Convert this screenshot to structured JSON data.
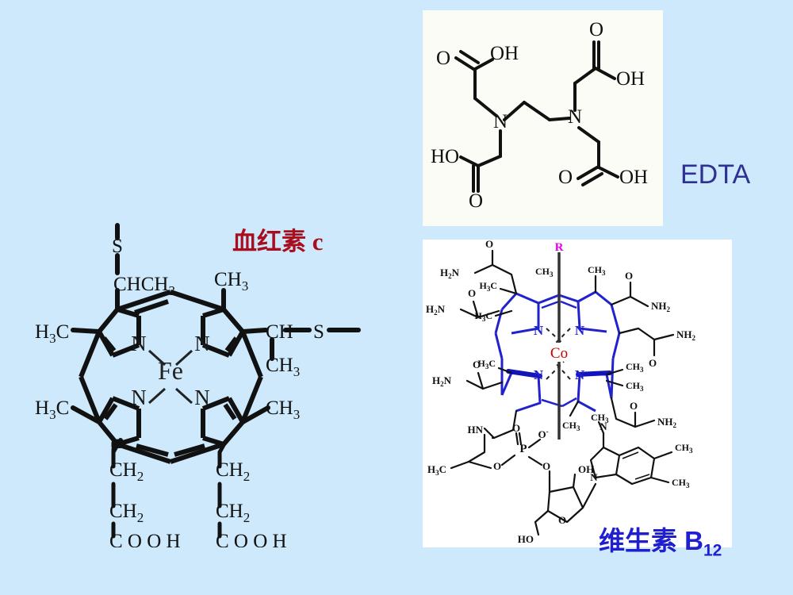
{
  "slide": {
    "background_color": "#cde9fb",
    "title_hidden": true
  },
  "panels": {
    "edta": {
      "name": "EDTA structural formula",
      "label": "EDTA",
      "label_color": "#2e3192",
      "background_color": "#fcfcf7",
      "atoms": [
        "O",
        "OH",
        "N",
        "HO",
        "O",
        "OH",
        "O",
        "OH",
        "HO",
        "O"
      ],
      "chem_labels": {
        "o": "O",
        "oh": "OH",
        "ho": "HO",
        "n": "N"
      }
    },
    "heme": {
      "name": "Heme c structural formula",
      "label": "血红素 c",
      "label_color": "#a80e1e",
      "metal": "Fe",
      "metal_color": "#1a1a1a",
      "nitrogens": [
        "N",
        "N",
        "N",
        "N"
      ],
      "substituents": [
        "S",
        "CHCH",
        "3",
        "CH",
        "3",
        "H",
        "3",
        "C",
        "CH",
        "S",
        "CH",
        "3",
        "H",
        "3",
        "C",
        "CH",
        "3",
        "CH",
        "2",
        "CH",
        "2",
        "COOH",
        "CH",
        "2",
        "CH",
        "2",
        "COOH"
      ],
      "chem_labels": {
        "s": "S",
        "n": "N",
        "fe": "Fe",
        "ch3": "CH",
        "ch2": "CH",
        "chch3": "CHCH",
        "ch": "CH",
        "h3c": "H",
        "c": "C",
        "cooh": "C O O H",
        "sub3": "3",
        "sub2": "2"
      }
    },
    "b12": {
      "name": "Vitamin B12 structural formula",
      "label": "维生素 B",
      "label_subscript": "12",
      "label_color": "#1f1fd0",
      "background_color": "#ffffff",
      "metal": "Co",
      "metal_color": "#cc0000",
      "axial_ligand": "R",
      "axial_ligand_color": "#e800e8",
      "corrin_color": "#2222cc",
      "nitrogens": [
        "N",
        "N",
        "N",
        "N"
      ],
      "amide_groups": [
        "H2N",
        "H2N",
        "H2N",
        "NH2",
        "NH2",
        "NH2"
      ],
      "chem_labels": {
        "h2n": "H",
        "h2n_sub": "2",
        "h2n_tail": "N",
        "nh2": "NH",
        "nh2_sub": "2",
        "o": "O",
        "n": "N",
        "co": "Co",
        "r": "R",
        "ch3": "CH",
        "ch3_sub": "3",
        "h3c": "H",
        "h3c_sub": "3",
        "h3c_tail": "C",
        "hn": "HN",
        "p": "P",
        "o_minus": "O",
        "minus": "-",
        "oh": "OH",
        "ho": "HO"
      }
    }
  }
}
